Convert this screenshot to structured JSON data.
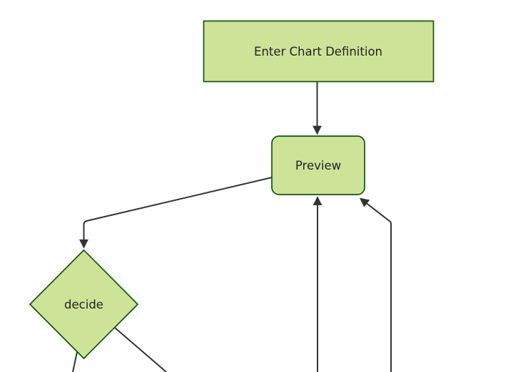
{
  "diagram": {
    "type": "flowchart",
    "direction": "top-down",
    "colors": {
      "background": "#ffffff",
      "node_fill": "#cde498",
      "node_stroke": "#13540c",
      "edge": "#333333",
      "label": "#222222"
    },
    "nodes": [
      {
        "id": "enter",
        "label": "Enter Chart Definition",
        "shape": "rectangle"
      },
      {
        "id": "preview",
        "label": "Preview",
        "shape": "rounded-rectangle"
      },
      {
        "id": "decide",
        "label": "decide",
        "shape": "diamond"
      }
    ],
    "edges": [
      {
        "from": "enter",
        "to": "preview",
        "arrowhead_visible": true
      },
      {
        "from": "preview",
        "to": "decide",
        "arrowhead_visible": true
      },
      {
        "from": "offscreen-bottom",
        "to": "preview",
        "arrowhead_visible": true
      },
      {
        "from": "offscreen-bottom",
        "to": "preview",
        "arrowhead_visible": true
      },
      {
        "from": "decide",
        "to": "offscreen-bottom-left",
        "arrowhead_visible": false
      },
      {
        "from": "decide",
        "to": "offscreen-bottom-right",
        "arrowhead_visible": false
      }
    ]
  }
}
